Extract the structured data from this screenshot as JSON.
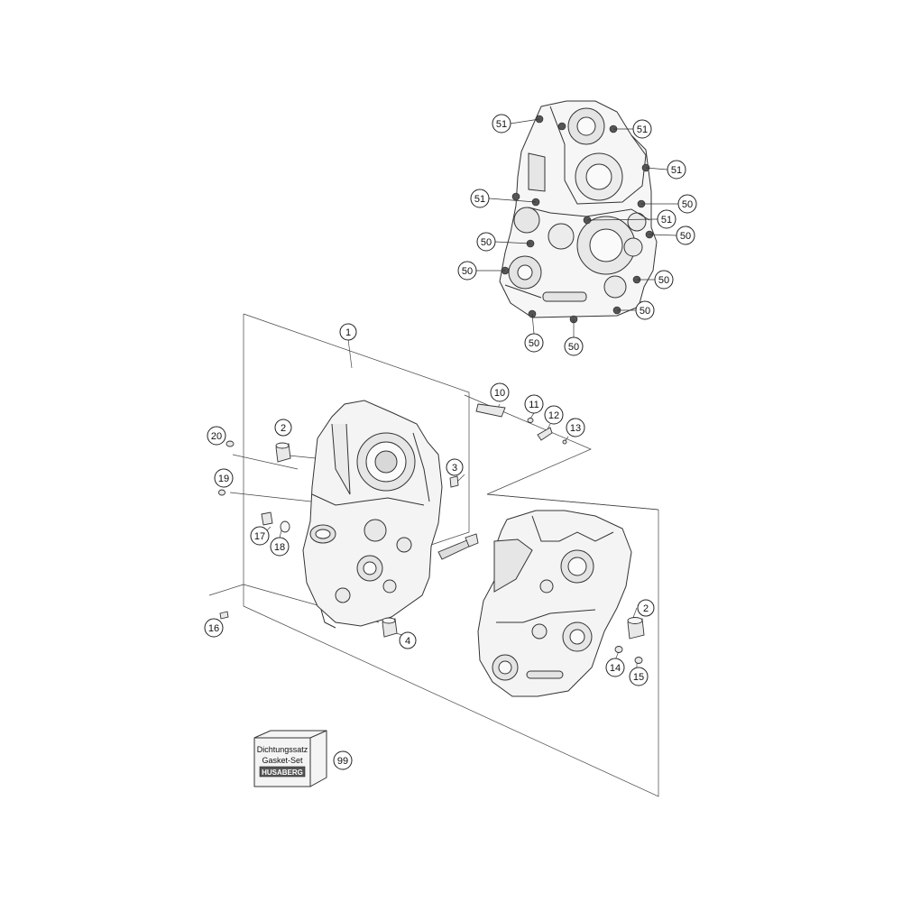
{
  "callouts": {
    "c1": "1",
    "c2a": "2",
    "c2b": "2",
    "c3": "3",
    "c4": "4",
    "c10": "10",
    "c11": "11",
    "c12": "12",
    "c13": "13",
    "c14": "14",
    "c15": "15",
    "c16": "16",
    "c17": "17",
    "c18": "18",
    "c19": "19",
    "c20": "20",
    "c99": "99",
    "t51a": "51",
    "t51b": "51",
    "t51c": "51",
    "t51d": "51",
    "t51e": "51",
    "t50a": "50",
    "t50b": "50",
    "t50c": "50",
    "t50d": "50",
    "t50e": "50",
    "t50f": "50",
    "t50g": "50",
    "t50h": "50"
  },
  "gasket_kit": {
    "line1": "Dichtungssatz",
    "line2": "Gasket-Set",
    "brand": "HUSABERG"
  },
  "colors": {
    "line": "#333333",
    "casting": "#f2f2f2",
    "casting_dark": "#cfcfcf"
  }
}
